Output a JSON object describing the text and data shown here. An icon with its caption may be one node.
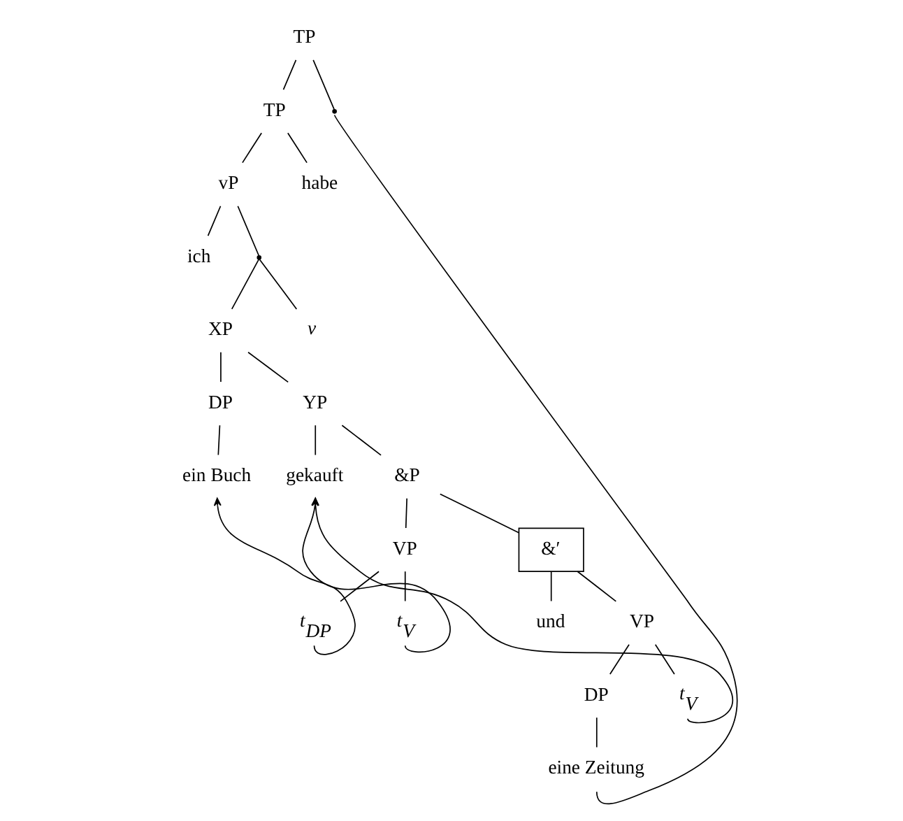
{
  "diagram": {
    "nodes": [
      {
        "text": [
          "TP"
        ]
      },
      {
        "text": [
          "TP"
        ]
      },
      {
        "text": [],
        "shape": "point"
      },
      {
        "text": [
          "vP"
        ]
      },
      {
        "text": [
          "habe"
        ]
      },
      {
        "text": [
          "ich"
        ]
      },
      {
        "text": [],
        "shape": "point"
      },
      {
        "text": [
          "XP"
        ]
      },
      {
        "text": [
          "v"
        ]
      },
      {
        "text": [
          "DP"
        ]
      },
      {
        "text": [
          "YP"
        ]
      },
      {
        "text": [
          "ein Buch"
        ]
      },
      {
        "text": [
          "gekauft"
        ]
      },
      {
        "text": [
          "&P"
        ]
      },
      {
        "text": [
          "VP"
        ]
      },
      {
        "text": [
          "&′"
        ]
      },
      {
        "text": [
          "t$_{DP}$"
        ]
      },
      {
        "text": [
          "t$_{V}$"
        ]
      },
      {
        "text": [
          "und"
        ]
      },
      {
        "text": [
          "VP"
        ]
      },
      {
        "text": [
          "DP"
        ]
      },
      {
        "text": [
          "t$_{V}$"
        ]
      },
      {
        "text": [
          "eine Zeitung"
        ]
      }
    ],
    "edges": [
      {
        "from": 0,
        "to": 1,
        "arrow": "none"
      },
      {
        "from": 0,
        "to": 2,
        "arrow": "none"
      },
      {
        "from": 1,
        "to": 3,
        "arrow": "none"
      },
      {
        "from": 1,
        "to": 4,
        "arrow": "none"
      },
      {
        "from": 3,
        "to": 5,
        "arrow": "none"
      },
      {
        "from": 3,
        "to": 6,
        "arrow": "none"
      },
      {
        "from": 6,
        "to": 7,
        "arrow": "none"
      },
      {
        "from": 6,
        "to": 8,
        "arrow": "none"
      },
      {
        "from": 7,
        "to": 9,
        "arrow": "none"
      },
      {
        "from": 7,
        "to": 10,
        "arrow": "none"
      },
      {
        "from": 9,
        "to": 11,
        "arrow": "none"
      },
      {
        "from": 10,
        "to": 12,
        "arrow": "none"
      },
      {
        "from": 10,
        "to": 13,
        "arrow": "none"
      },
      {
        "from": 13,
        "to": 14,
        "arrow": "none"
      },
      {
        "from": 13,
        "to": 15,
        "arrow": "none"
      },
      {
        "from": 14,
        "to": 16,
        "arrow": "none"
      },
      {
        "from": 14,
        "to": 17,
        "arrow": "none"
      },
      {
        "from": 15,
        "to": 18,
        "arrow": "none"
      },
      {
        "from": 15,
        "to": 19,
        "arrow": "none"
      },
      {
        "from": 19,
        "to": 20,
        "arrow": "none"
      },
      {
        "from": 19,
        "to": 21,
        "arrow": "none"
      },
      {
        "from": 20,
        "to": 22,
        "arrow": "none"
      },
      {
        "from": 16,
        "to": 11,
        "arrow": "to"
      },
      {
        "from": 17,
        "to": 12,
        "arrow": "to"
      },
      {
        "from": 21,
        "to": 12,
        "arrow": "to"
      },
      {
        "from": 22,
        "to": 2,
        "arrow": "none"
      }
    ]
  }
}
